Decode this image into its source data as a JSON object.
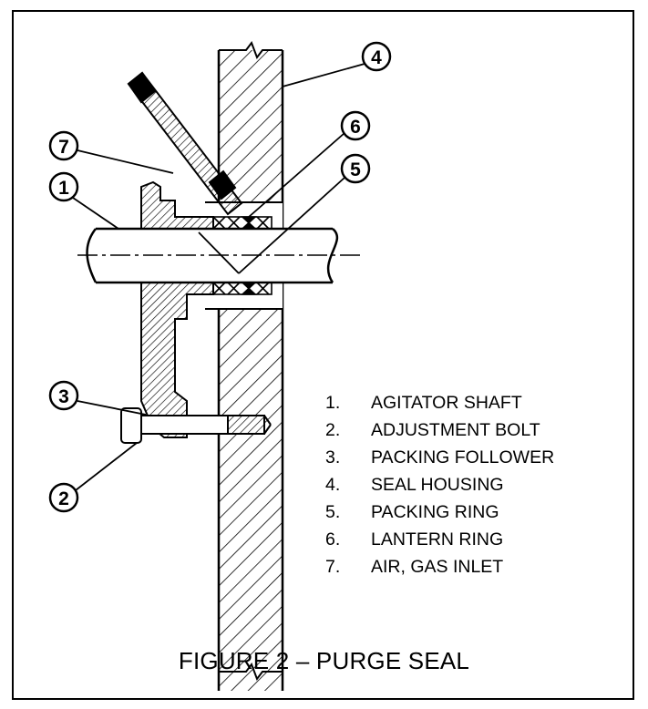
{
  "figure": {
    "caption": "FIGURE 2 – PURGE SEAL",
    "callouts": [
      {
        "num": "1",
        "label": "AGITATOR SHAFT"
      },
      {
        "num": "2",
        "label": "ADJUSTMENT BOLT"
      },
      {
        "num": "3",
        "label": "PACKING FOLLOWER"
      },
      {
        "num": "4",
        "label": "SEAL HOUSING"
      },
      {
        "num": "5",
        "label": "PACKING RING"
      },
      {
        "num": "6",
        "label": "LANTERN RING"
      },
      {
        "num": "7",
        "label": "AIR, GAS INLET"
      }
    ]
  },
  "legend": [
    {
      "num": "1.",
      "label": "AGITATOR SHAFT"
    },
    {
      "num": "2.",
      "label": "ADJUSTMENT BOLT"
    },
    {
      "num": "3.",
      "label": "PACKING FOLLOWER"
    },
    {
      "num": "4.",
      "label": "SEAL HOUSING"
    },
    {
      "num": "5.",
      "label": "PACKING RING"
    },
    {
      "num": "6.",
      "label": "LANTERN RING"
    },
    {
      "num": "7.",
      "label": "AIR, GAS INLET"
    }
  ]
}
